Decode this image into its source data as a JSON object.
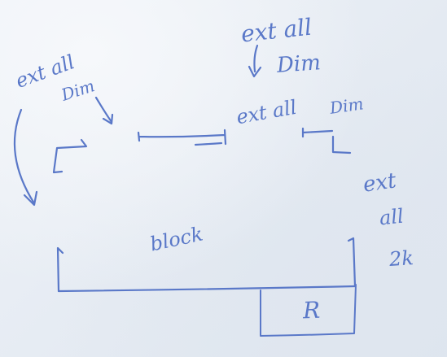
{
  "sketch": {
    "ink_color": "#5a78c8",
    "paper_color": "#e9eef5",
    "labels": {
      "ext_all_top_right": "ext all",
      "dim_top_right": "Dim",
      "ext_all_left": "ext all",
      "dim_left": "Dim",
      "ext_all_mid_right": "ext all",
      "dim_mid_right": "Dim",
      "ext_all_far_right": "ext",
      "all_far_right": "all",
      "two_k": "2k",
      "block": "block",
      "r_box": "R"
    }
  }
}
